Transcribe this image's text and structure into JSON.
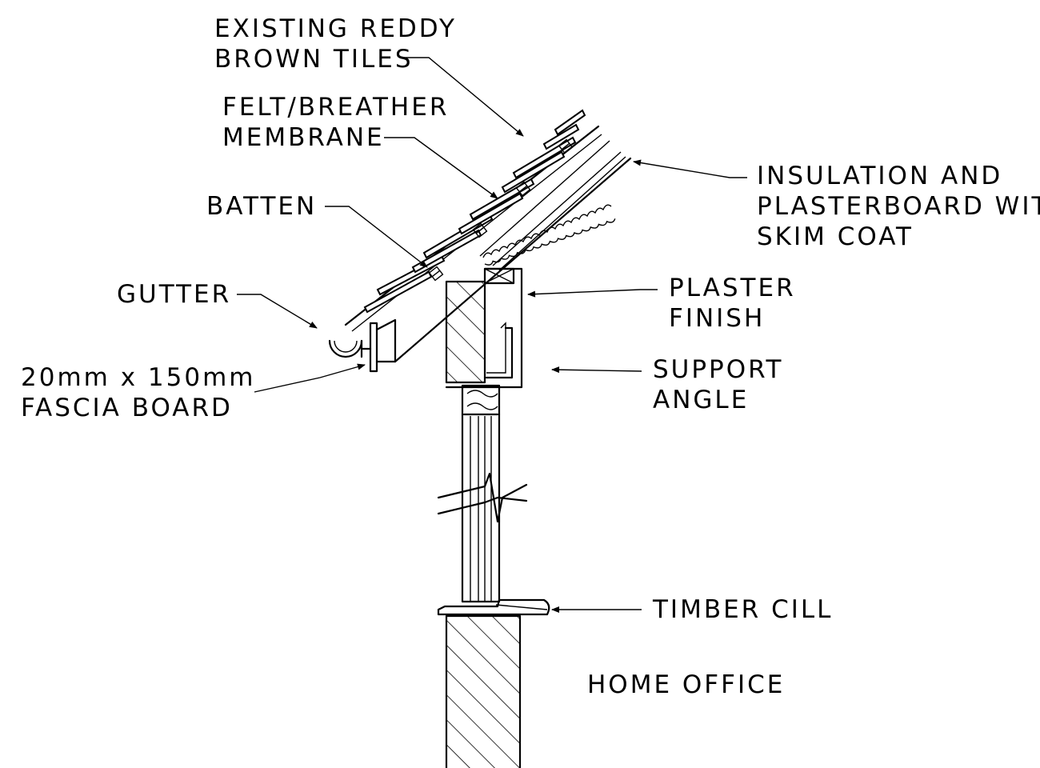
{
  "title": "",
  "labels": {
    "tiles": [
      "EXISTING REDDY",
      "BROWN TILES"
    ],
    "membrane": [
      "FELT/BREATHER",
      "MEMBRANE"
    ],
    "batten": "BATTEN",
    "gutter": "GUTTER",
    "fascia": [
      "20mm x 150mm",
      "FASCIA BOARD"
    ],
    "insulation": [
      "INSULATION AND",
      "PLASTERBOARD WITH",
      "SKIM COAT"
    ],
    "plaster": [
      "PLASTER",
      "FINISH"
    ],
    "support": [
      "SUPPORT",
      "ANGLE"
    ],
    "cill": "TIMBER CILL",
    "room": "HOME OFFICE"
  },
  "colors": {
    "line": "#000000",
    "background": "#ffffff"
  }
}
